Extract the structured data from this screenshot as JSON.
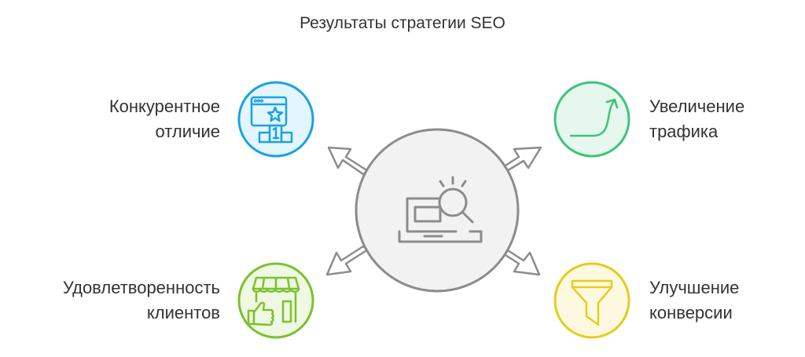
{
  "title": "Результаты стратегии SEO",
  "center": {
    "icon": "laptop-search-icon",
    "color": "#f2f2f2",
    "stroke": "#8c8c8c"
  },
  "outcomes": [
    {
      "id": "competitive",
      "line1": "Конкурентное",
      "line2": "отличие",
      "icon": "ranking-podium-icon",
      "color": "#1ba1e2",
      "fill": "#e3f5fd"
    },
    {
      "id": "traffic",
      "line1": "Увеличение",
      "line2": "трафика",
      "icon": "growth-curve-icon",
      "color": "#3cc47c",
      "fill": "#e6f7ee"
    },
    {
      "id": "satisfaction",
      "line1": "Удовлетворенность",
      "line2": "клиентов",
      "icon": "store-thumbs-up-icon",
      "color": "#7cc12e",
      "fill": "#eef8e2"
    },
    {
      "id": "conversion",
      "line1": "Улучшение",
      "line2": "конверсии",
      "icon": "funnel-icon",
      "color": "#e6cc1e",
      "fill": "#fdf9e0"
    }
  ]
}
